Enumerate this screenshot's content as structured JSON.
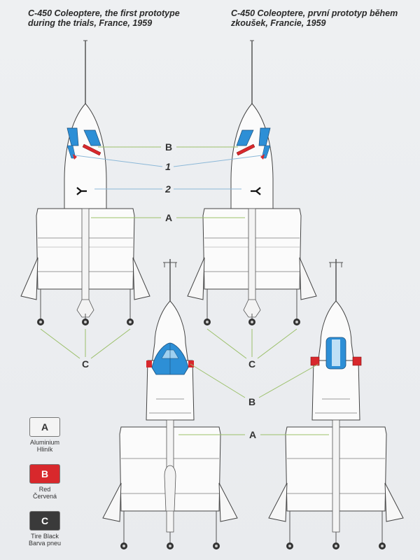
{
  "captions": {
    "left": {
      "line1": "C-450 Coleoptere, the first prototype",
      "line2": "during the trials, France, 1959"
    },
    "right": {
      "line1": "C-450 Coleoptere, první prototyp během",
      "line2": "zkoušek, Francie, 1959"
    }
  },
  "callouts": {
    "b_top": "B",
    "one": "1",
    "two": "2",
    "a_top": "A",
    "c_left": "C",
    "c_right": "C",
    "b_bottom": "B",
    "a_bottom": "A"
  },
  "legend": [
    {
      "code": "A",
      "name_en": "Aluminium",
      "name_cz": "Hliník",
      "color": "#f4f4f4",
      "text_color": "#333333"
    },
    {
      "code": "B",
      "name_en": "Red",
      "name_cz": "Červená",
      "color": "#d8282c",
      "text_color": "#ffffff"
    },
    {
      "code": "C",
      "name_en": "Tire Black",
      "name_cz": "Barva pneu",
      "color": "#3a3a3a",
      "text_color": "#ffffff"
    }
  ],
  "colors": {
    "canopy": "#2d8fd6",
    "red": "#d8282c",
    "line_green": "#9bc06a",
    "line_blue": "#8cb8d8"
  }
}
